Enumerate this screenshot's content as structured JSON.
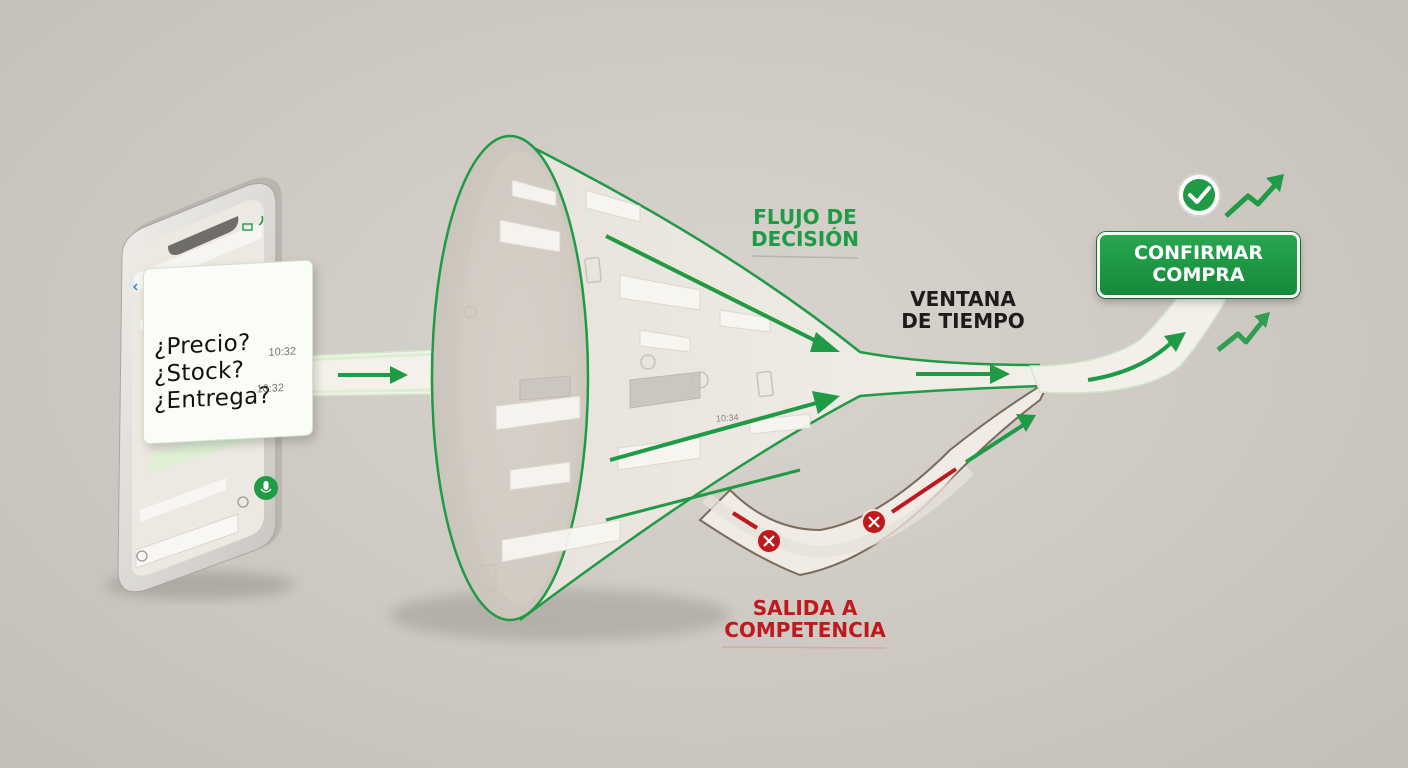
{
  "labels": {
    "flow": [
      "FLUJO DE",
      "DECISIÓN"
    ],
    "window": [
      "VENTANA",
      "DE TIEMPO"
    ],
    "exit": [
      "SALIDA A",
      "COMPETENCIA"
    ]
  },
  "cta": {
    "lines": [
      "CONFIRMAR",
      "COMPRA"
    ]
  },
  "phone_bubble": {
    "questions": [
      "¿Precio?",
      "¿Stock?",
      "¿Entrega?"
    ],
    "time": "10:32",
    "time_secondary": "10:32"
  },
  "funnel_time": "10:34",
  "colors": {
    "background": "#cdc7c1",
    "green": "#1f9a45",
    "red": "#c0191d",
    "funnel_inner": "#e9e5de",
    "path": "#f3f0e9"
  },
  "icons": {
    "check": "check-circle-icon",
    "growth": "trend-up-arrow-icon",
    "fail": "x-circle-icon",
    "mic": "microphone-icon",
    "video": "video-icon",
    "call": "phone-call-icon"
  }
}
